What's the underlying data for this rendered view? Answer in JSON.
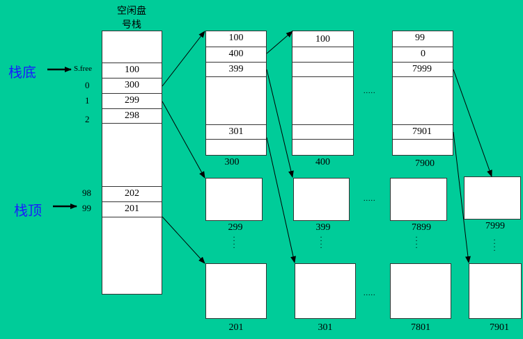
{
  "stack": {
    "title_line1": "空闲盘",
    "title_line2": "号栈",
    "bottom_label": "栈底",
    "top_label": "栈顶",
    "sfree_label": "S.free",
    "index_labels": [
      "0",
      "1",
      "2",
      "98",
      "99"
    ],
    "values": [
      "100",
      "300",
      "299",
      "298",
      "202",
      "201"
    ]
  },
  "group_300": {
    "values": [
      "100",
      "400",
      "399",
      "301"
    ],
    "label": "300"
  },
  "group_400": {
    "values": [
      "100"
    ],
    "label": "400"
  },
  "group_7900": {
    "values": [
      "99",
      "0",
      "7999",
      "7901"
    ],
    "label": "7900"
  },
  "block_labels": {
    "b299": "299",
    "b399": "399",
    "b7899": "7899",
    "b7999": "7999",
    "b201": "201",
    "b301": "301",
    "b7801": "7801",
    "b7901": "7901"
  },
  "ellipsis_h": ".....",
  "ellipsis_v": "·\n·\n·\n·"
}
